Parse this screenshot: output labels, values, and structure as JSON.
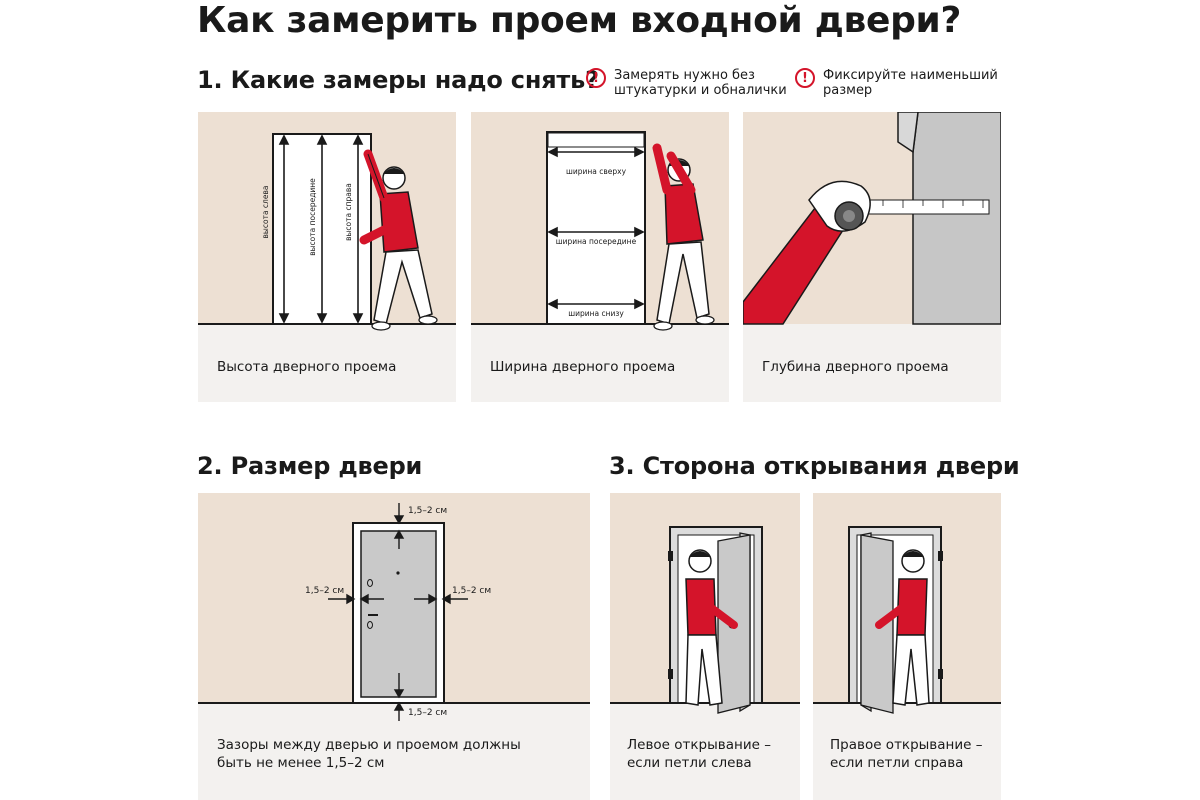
{
  "title": "Как замерить проем входной двери?",
  "section1": {
    "heading": "1. Какие замеры надо снять?",
    "notes": [
      {
        "icon": "exclamation-icon",
        "lines": [
          "Замерять нужно без",
          "штукатурки и обналички"
        ]
      },
      {
        "icon": "exclamation-icon",
        "lines": [
          "Фиксируйте наименьший",
          "размер"
        ]
      }
    ],
    "cards": [
      {
        "caption": "Высота дверного проема",
        "labels": {
          "left": "высота слева",
          "middle": "высота посередине",
          "right": "высота справа"
        }
      },
      {
        "caption": "Ширина дверного проема",
        "labels": {
          "top": "ширина сверху",
          "middle": "ширина посередине",
          "bottom": "ширина снизу"
        }
      },
      {
        "caption": "Глубина дверного проема"
      }
    ]
  },
  "section2": {
    "heading": "2. Размер двери",
    "gaps": {
      "top": "1,5–2 см",
      "left": "1,5–2 см",
      "right": "1,5–2 см",
      "bottom": "1,5–2 см"
    },
    "caption": [
      "Зазоры между дверью и проемом должны",
      "быть не менее 1,5–2 см"
    ]
  },
  "section3": {
    "heading": "3. Сторона открывания двери",
    "cards": [
      {
        "caption": [
          "Левое открывание –",
          "если петли слева"
        ]
      },
      {
        "caption": [
          "Правое открывание –",
          "если петли справа"
        ]
      }
    ]
  },
  "colors": {
    "wall": "#ede0d3",
    "card": "#f3f1ef",
    "accent": "#d4142a",
    "ink": "#1a1a1a",
    "door": "#c9c9c9",
    "column": "#c6c6c6"
  }
}
